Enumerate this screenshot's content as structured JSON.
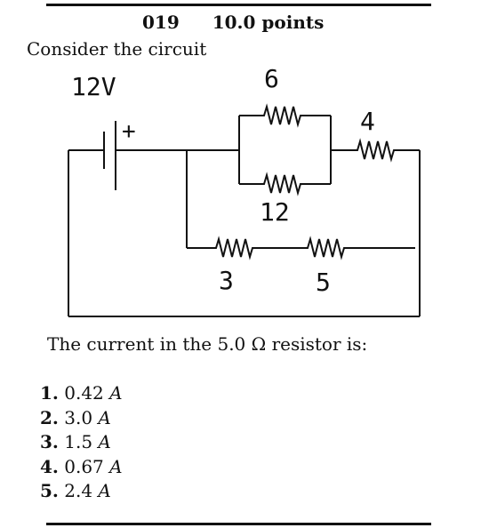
{
  "problem": {
    "number": "019",
    "points": "10.0 points",
    "intro": "Consider the circuit",
    "question": "The current in the 5.0 Ω resistor is:"
  },
  "circuit": {
    "battery_label": "12V",
    "battery_polarity": "+",
    "resistor_top": "6",
    "resistor_middle": "12",
    "resistor_right": "4",
    "resistor_bottom_left": "3",
    "resistor_bottom_right": "5"
  },
  "choices": [
    {
      "num": "1.",
      "value": "0.42",
      "unit": "A"
    },
    {
      "num": "2.",
      "value": "3.0",
      "unit": "A"
    },
    {
      "num": "3.",
      "value": "1.5",
      "unit": "A"
    },
    {
      "num": "4.",
      "value": "0.67",
      "unit": "A"
    },
    {
      "num": "5.",
      "value": "2.4",
      "unit": "A"
    }
  ]
}
